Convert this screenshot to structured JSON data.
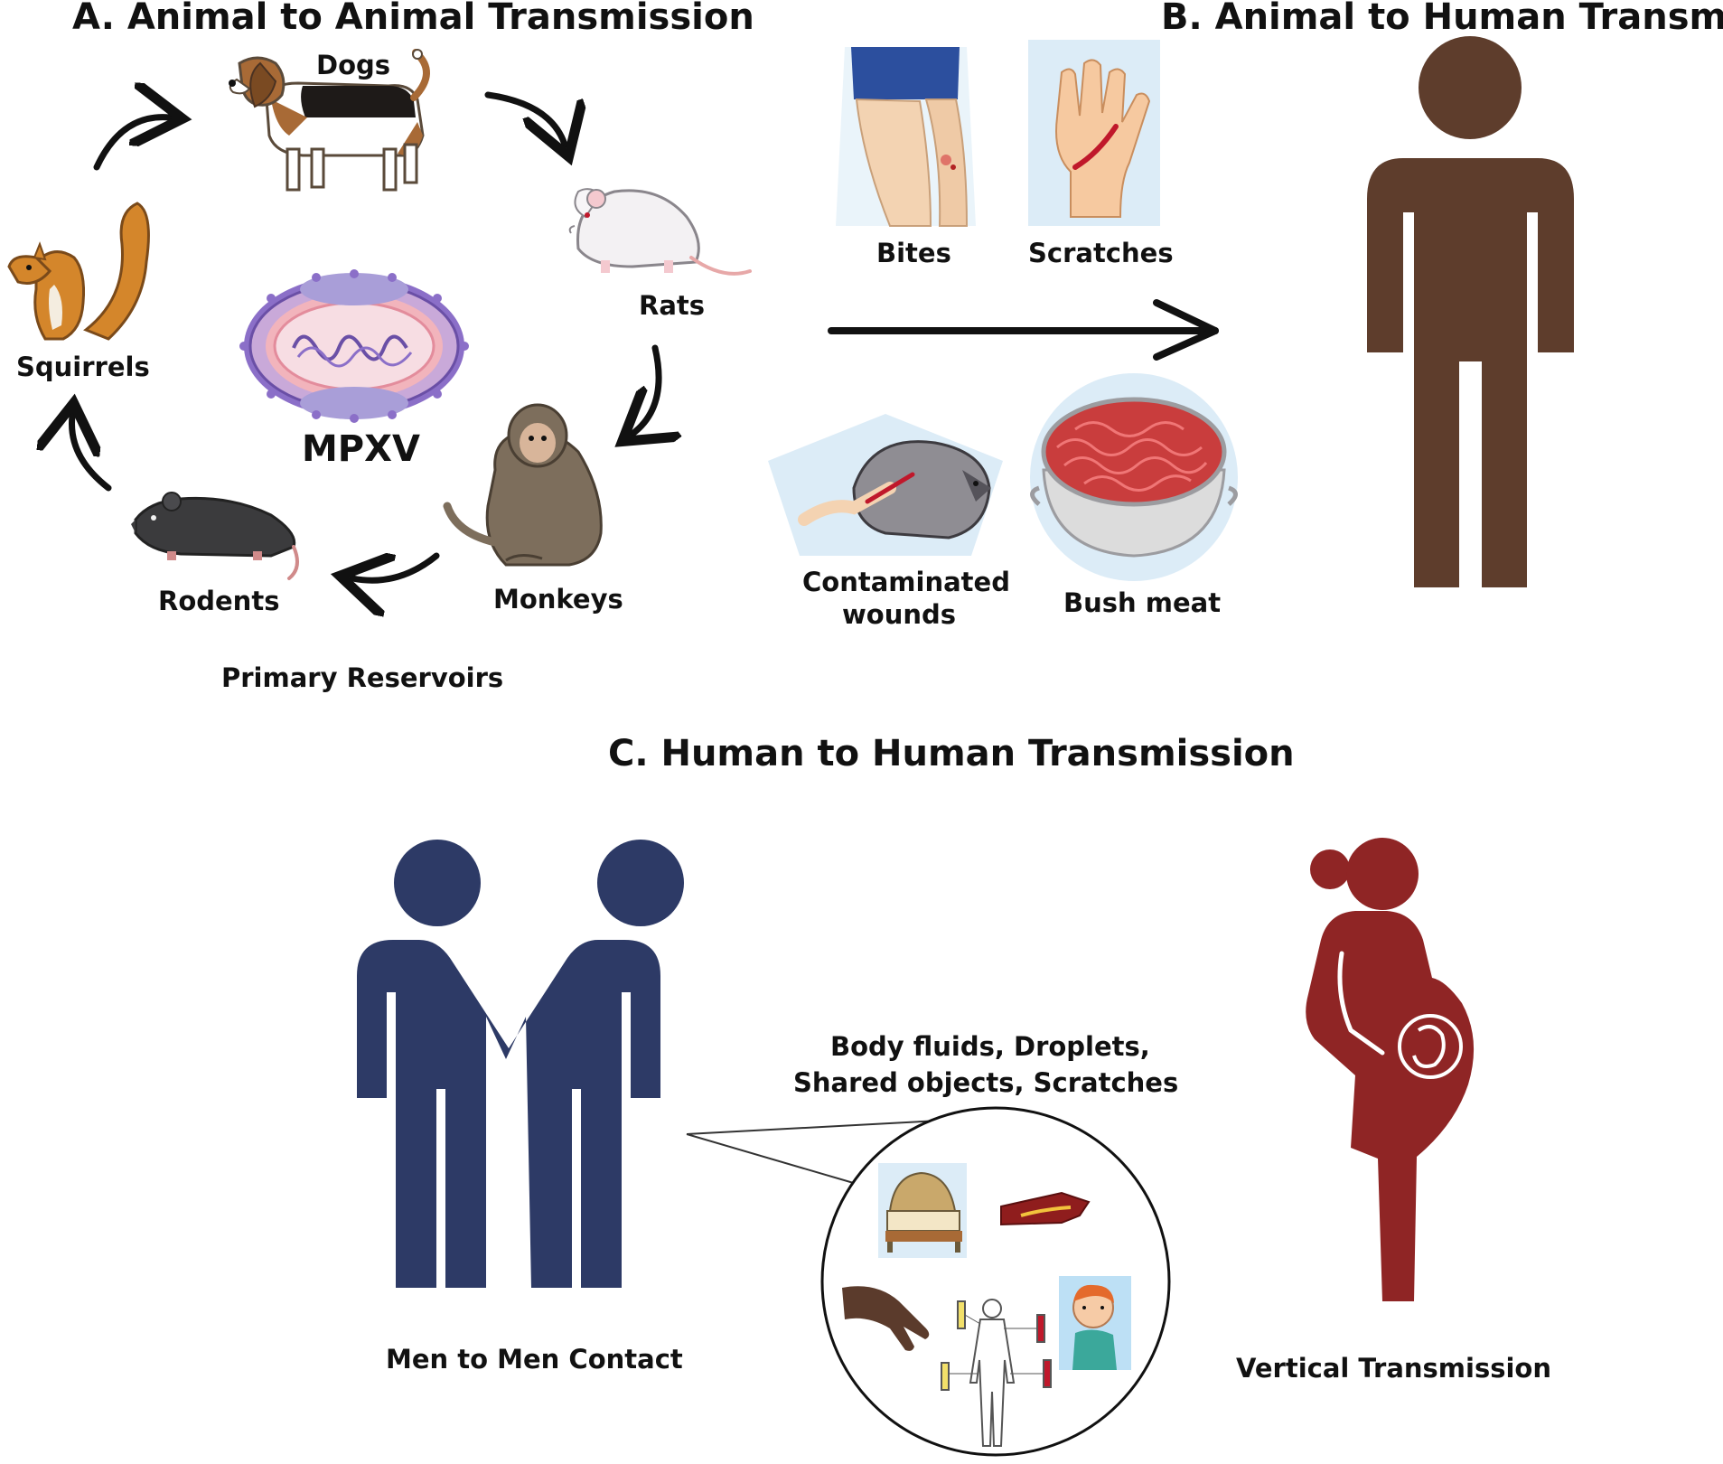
{
  "sections": {
    "a_title": "A. Animal to Animal Transmission",
    "b_title": "B. Animal to Human Transmission",
    "c_title": "C. Human to Human Transmission"
  },
  "animals": {
    "dogs": "Dogs",
    "rats": "Rats",
    "monkeys": "Monkeys",
    "rodents": "Rodents",
    "squirrels": "Squirrels"
  },
  "virus": "MPXV",
  "reservoir_caption": "Primary Reservoirs",
  "routes": {
    "bites": "Bites",
    "scratches": "Scratches",
    "wounds_line1": "Contaminated",
    "wounds_line2": "wounds",
    "bush_meat": "Bush meat"
  },
  "human": {
    "fluids_line1": "Body fluids, Droplets,",
    "fluids_line2": "Shared objects, Scratches",
    "men_contact": "Men to Men Contact",
    "vertical": "Vertical Transmission"
  },
  "colors": {
    "human_brown": "#5e3d2c",
    "men_navy": "#2d3a66",
    "pregnant_red": "#8f2525",
    "virus_purple": "#7d5bb8"
  }
}
